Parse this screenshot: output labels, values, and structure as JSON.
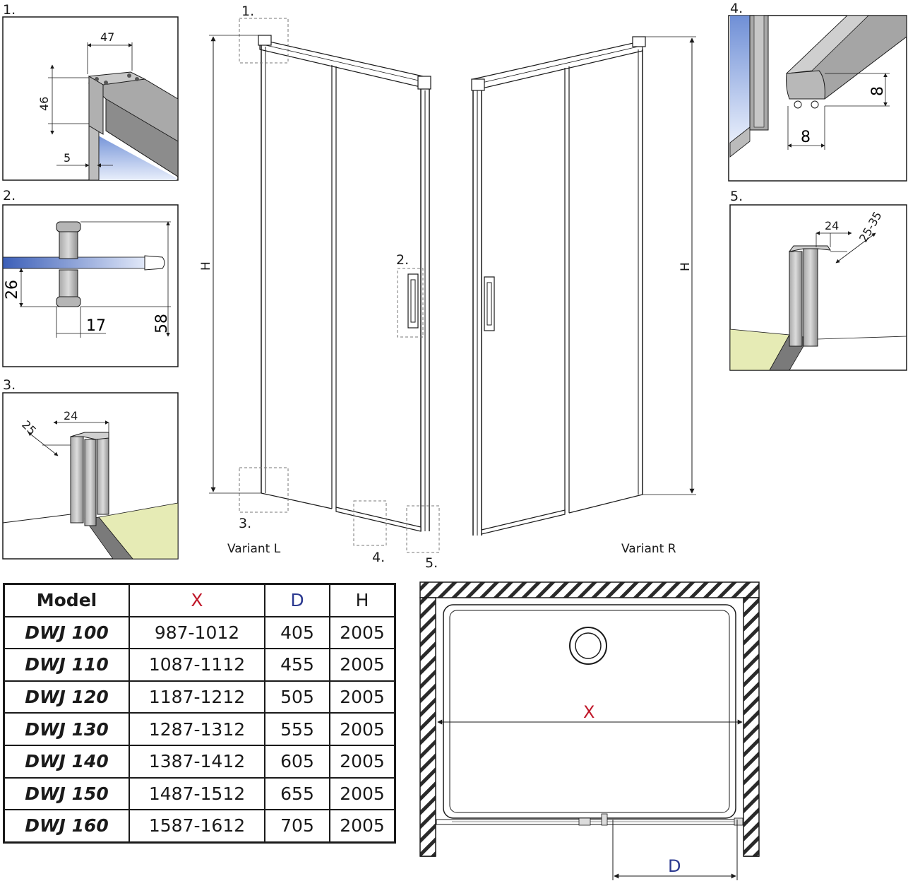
{
  "callouts": {
    "c1": "1.",
    "c2": "2.",
    "c3": "3.",
    "c4": "4.",
    "c5": "5."
  },
  "detail1": {
    "num": "1.",
    "width": "47",
    "height": "46",
    "offset": "5"
  },
  "detail2": {
    "num": "2.",
    "d26": "26",
    "d17": "17",
    "d58": "58"
  },
  "detail3": {
    "num": "3.",
    "d25": "25",
    "d24": "24"
  },
  "detail4": {
    "num": "4.",
    "d8a": "8",
    "d8b": "8"
  },
  "detail5": {
    "num": "5.",
    "d24": "24",
    "d2535": "25-35"
  },
  "main": {
    "height_label_left": "H",
    "height_label_right": "H",
    "variant_left": "Variant L",
    "variant_right": "Variant R"
  },
  "plan": {
    "x_label": "X",
    "d_label": "D"
  },
  "colors": {
    "x": "#c0182a",
    "d": "#2b3990",
    "glass": "#6f8fd6",
    "floor": "#e6ebb5",
    "gray": "#8c8c8c"
  },
  "table": {
    "headers": [
      "Model",
      "X",
      "D",
      "H"
    ],
    "rows": [
      [
        "DWJ 100",
        "987-1012",
        "405",
        "2005"
      ],
      [
        "DWJ 110",
        "1087-1112",
        "455",
        "2005"
      ],
      [
        "DWJ 120",
        "1187-1212",
        "505",
        "2005"
      ],
      [
        "DWJ 130",
        "1287-1312",
        "555",
        "2005"
      ],
      [
        "DWJ 140",
        "1387-1412",
        "605",
        "2005"
      ],
      [
        "DWJ 150",
        "1487-1512",
        "655",
        "2005"
      ],
      [
        "DWJ 160",
        "1587-1612",
        "705",
        "2005"
      ]
    ]
  }
}
